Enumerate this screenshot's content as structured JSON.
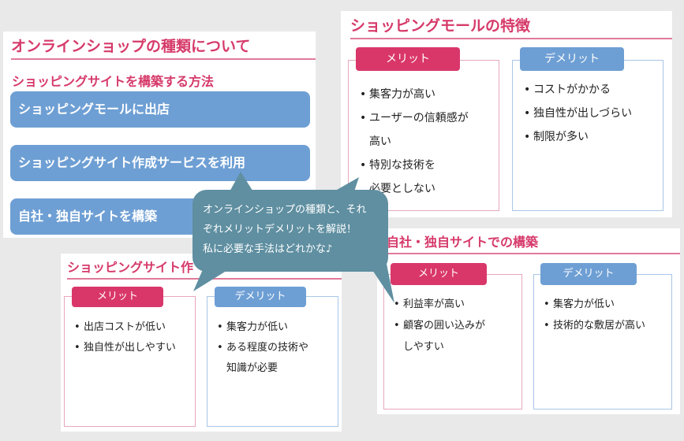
{
  "card_types": {
    "title": "オンラインショップの種類について",
    "subtitle": "ショッピングサイトを構築する方法",
    "methods": [
      "ショッピングモールに出店",
      "ショッピングサイト作成サービスを利用",
      "自社・独自サイトを構築"
    ]
  },
  "card_mall": {
    "title": "ショッピングモールの特徴",
    "merit_label": "メリット",
    "demerit_label": "デメリット",
    "merits": [
      "集客力が高い",
      "ユーザーの信頼感が",
      "高い",
      "特別な技術を",
      "必要としない"
    ],
    "demerits": [
      "コストがかかる",
      "独自性が出しづらい",
      "制限が多い"
    ]
  },
  "card_service": {
    "title": "ショッピングサイト作",
    "merit_label": "メリット",
    "demerit_label": "デメリット",
    "merits": [
      "出店コストが低い",
      "独自性が出しやすい"
    ],
    "demerits": [
      "集客力が低い",
      "ある程度の技術や",
      "知識が必要"
    ]
  },
  "card_own": {
    "title": "自社・独自サイトでの構築",
    "merit_label": "メリット",
    "demerit_label": "デメリット",
    "merits": [
      "利益率が高い",
      "顧客の囲い込みが",
      "しやすい"
    ],
    "demerits": [
      "集客力が低い",
      "技術的な敷居が高い"
    ]
  },
  "bubble": {
    "lines": [
      "オンラインショップの種類と、それ",
      "ぞれメリットデメリットを解説！",
      "私に必要な手法はどれかな♪"
    ]
  },
  "colors": {
    "accent_pink": "#d9376a",
    "accent_blue": "#6e9fd4",
    "bubble": "#5f8fa1"
  }
}
